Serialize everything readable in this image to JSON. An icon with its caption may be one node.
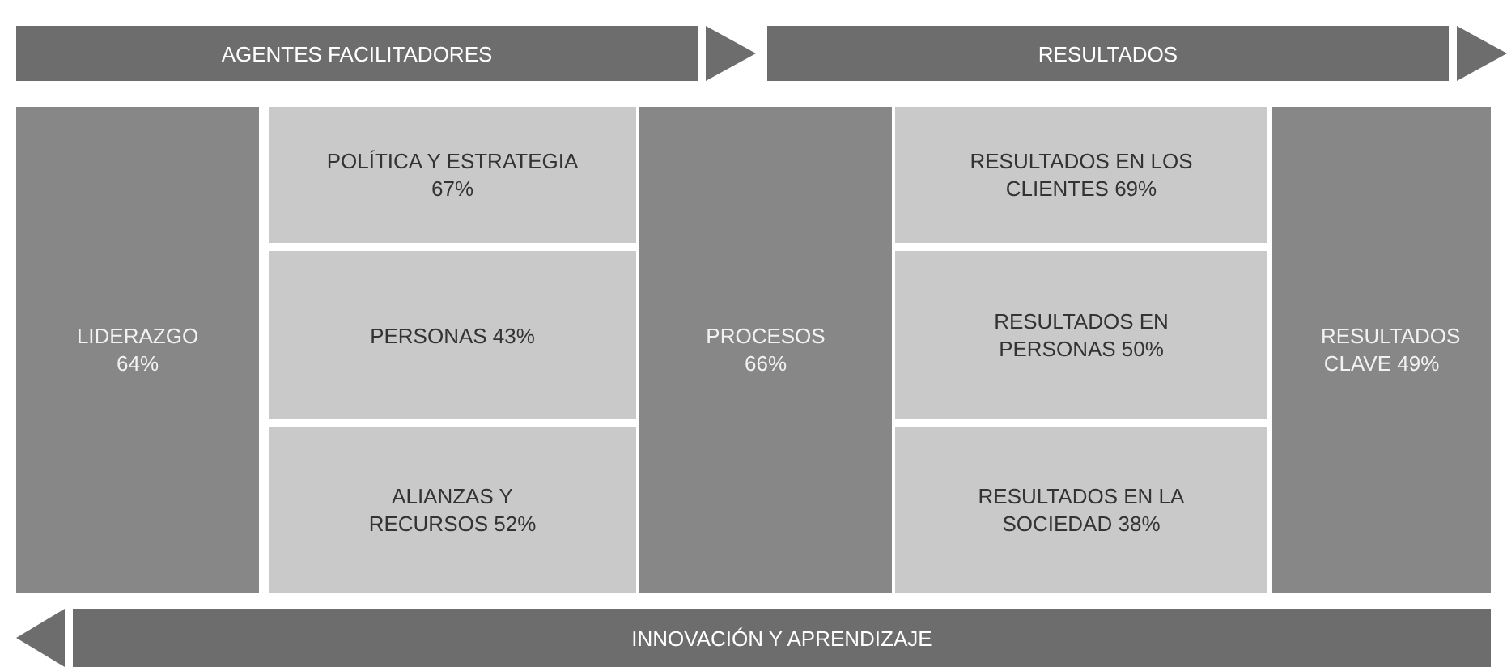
{
  "diagram": {
    "nodes": [
      {
        "text": [
          "AGENTES FACILITADORES"
        ]
      },
      {
        "text": [
          "RESULTADOS"
        ]
      },
      {
        "text": [
          "LIDERAZGO 64%"
        ]
      },
      {
        "text": [
          "POLÍTICA Y ESTRATEGIA 67%"
        ]
      },
      {
        "text": [
          "PERSONAS 43%"
        ]
      },
      {
        "text": [
          "ALIANZAS Y RECURSOS 52%"
        ]
      },
      {
        "text": [
          "PROCESOS 66%"
        ]
      },
      {
        "text": [
          "RESULTADOS EN LOS CLIENTES 69%"
        ]
      },
      {
        "text": [
          "RESULTADOS EN PERSONAS 50%"
        ]
      },
      {
        "text": [
          "RESULTADOS EN LA SOCIEDAD 38%"
        ]
      },
      {
        "text": [
          "RESULTADOS CLAVE 49%"
        ]
      },
      {
        "text": [
          "INNOVACIÓN Y APRENDIZAJE"
        ]
      }
    ],
    "edges": []
  }
}
